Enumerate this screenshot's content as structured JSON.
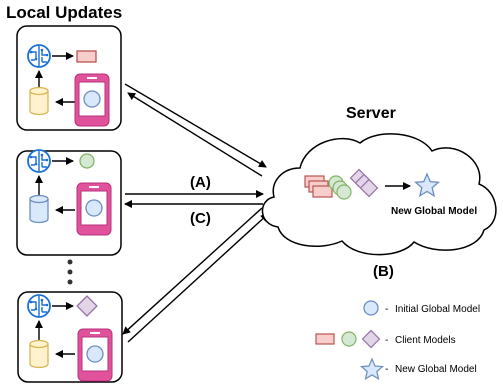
{
  "header": {
    "title": "Local Updates"
  },
  "server": {
    "title": "Server",
    "output_label": "New Global Model"
  },
  "steps": {
    "a": "(A)",
    "b": "(B)",
    "c": "(C)"
  },
  "legend": {
    "dash": "-",
    "items": [
      {
        "label": "Initial Global Model",
        "icon": "circle-icon"
      },
      {
        "label": "Client Models",
        "icon": "client-model-shapes-icon"
      },
      {
        "label": "New Global Model",
        "icon": "star-icon"
      }
    ]
  },
  "clients": [
    {
      "model_shape": "rectangle",
      "model_color": "pink"
    },
    {
      "model_shape": "circle",
      "model_color": "green"
    },
    {
      "model_shape": "diamond",
      "model_color": "purple"
    }
  ],
  "colors": {
    "pink_fill": "#f8cecc",
    "pink_stroke": "#b85450",
    "green_fill": "#d5e8d4",
    "green_stroke": "#82b366",
    "purple_fill": "#e1d5e7",
    "purple_stroke": "#9673a6",
    "blue_fill": "#dae8fc",
    "blue_stroke": "#6c8ebf",
    "yellow_fill": "#fff2cc",
    "yellow_stroke": "#d6b656",
    "phone": "#e0529c",
    "brain": "#1a6fd6"
  }
}
